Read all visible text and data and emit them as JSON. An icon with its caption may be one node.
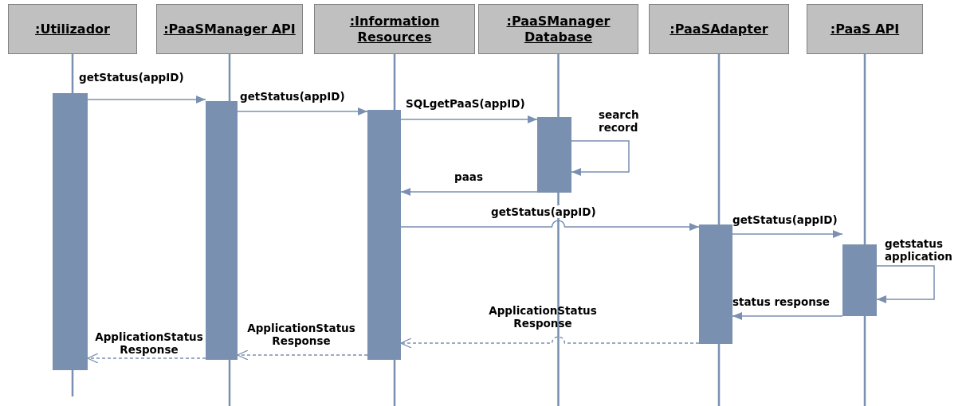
{
  "diagram": {
    "nodes": [
      {
        "text": [
          ":Utilizador"
        ]
      },
      {
        "text": [
          ":PaaSManager API"
        ]
      },
      {
        "text": [
          ":Information Resources"
        ]
      },
      {
        "text": [
          ":PaaSManager Database"
        ]
      },
      {
        "text": [
          ":PaaSAdapter"
        ]
      },
      {
        "text": [
          ":PaaS API"
        ]
      },
      {
        "text": [],
        "shape": "bar"
      },
      {
        "text": [],
        "shape": "bar"
      },
      {
        "text": [],
        "shape": "bar"
      },
      {
        "text": [],
        "shape": "bar"
      },
      {
        "text": [],
        "shape": "bar"
      },
      {
        "text": [],
        "shape": "bar"
      }
    ],
    "edges": [
      {
        "from": 6,
        "to": 7,
        "arrow": "to",
        "label": "getStatus(appID)"
      },
      {
        "from": 7,
        "to": 8,
        "arrow": "to",
        "label": "getStatus(appID)"
      },
      {
        "from": 8,
        "to": 9,
        "arrow": "to",
        "label": "SQLgetPaaS(appID)"
      },
      {
        "from": 9,
        "to": 9,
        "arrow": "to",
        "label": "search record"
      },
      {
        "from": 9,
        "to": 8,
        "arrow": "to",
        "label": "paas"
      },
      {
        "from": 8,
        "to": 10,
        "arrow": "to",
        "label": "getStatus(appID)"
      },
      {
        "from": 10,
        "to": 11,
        "arrow": "to",
        "label": "getStatus(appID)"
      },
      {
        "from": 11,
        "to": 11,
        "arrow": "to",
        "label": "getstatus application"
      },
      {
        "from": 11,
        "to": 10,
        "arrow": "to",
        "label": "status response"
      },
      {
        "from": 10,
        "to": 8,
        "arrow": "to",
        "label": "ApplicationStatus Response",
        "style": "dashed"
      },
      {
        "from": 8,
        "to": 7,
        "arrow": "to",
        "label": "ApplicationStatus Response",
        "style": "dashed"
      },
      {
        "from": 7,
        "to": 6,
        "arrow": "to",
        "label": "ApplicationStatus Response",
        "style": "dashed"
      }
    ]
  }
}
